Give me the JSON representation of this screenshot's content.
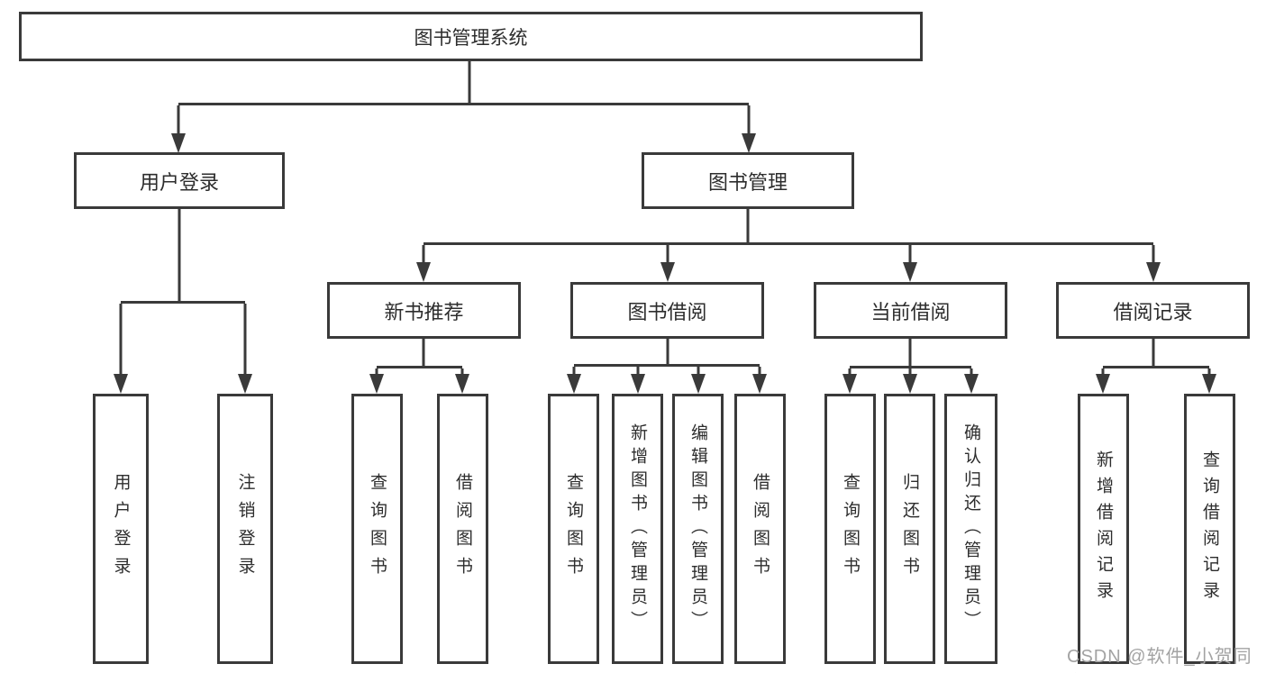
{
  "colors": {
    "line": "#3a3a3a",
    "text": "#2d2d2d",
    "watermark": "#a3a3a3",
    "bg": "#ffffff"
  },
  "watermark": {
    "text": "CSDN @软件_小贺同学"
  },
  "tree": {
    "label": "图书管理系统",
    "children": [
      {
        "label": "用户登录",
        "children": [
          {
            "label": "用户登录"
          },
          {
            "label": "注销登录"
          }
        ]
      },
      {
        "label": "图书管理",
        "children": [
          {
            "label": "新书推荐",
            "children": [
              {
                "label": "查询图书"
              },
              {
                "label": "借阅图书"
              }
            ]
          },
          {
            "label": "图书借阅",
            "children": [
              {
                "label": "查询图书"
              },
              {
                "label": "新增图书（管理员）"
              },
              {
                "label": "编辑图书（管理员）"
              },
              {
                "label": "借阅图书"
              }
            ]
          },
          {
            "label": "当前借阅",
            "children": [
              {
                "label": "查询图书"
              },
              {
                "label": "归还图书"
              },
              {
                "label": "确认归还（管理员）"
              }
            ]
          },
          {
            "label": "借阅记录",
            "children": [
              {
                "label": "新增借阅记录"
              },
              {
                "label": "查询借阅记录"
              }
            ]
          }
        ]
      }
    ]
  }
}
